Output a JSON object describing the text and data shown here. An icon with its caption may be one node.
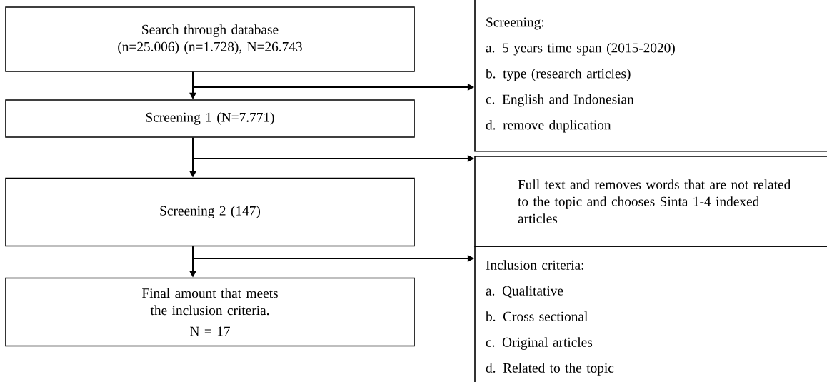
{
  "diagram": {
    "nodes": [
      {
        "text": [
          "Search through database (n=25.006) (n=1.728), N=26.743"
        ]
      },
      {
        "text": [
          "Screening 1 (N=7.771)"
        ]
      },
      {
        "text": [
          "Screening 2 (147)"
        ]
      },
      {
        "text": [
          "Final amount that meets the inclusion criteria.",
          "N = 17"
        ]
      },
      {
        "text": [
          "Screening:",
          "a. 5 years time span (2015-2020)",
          "b. type (research articles)",
          "c. English and Indonesian",
          "d. remove duplication"
        ]
      },
      {
        "text": [
          "Full text and removes words that are not related to the topic and chooses Sinta 1-4 indexed articles"
        ]
      },
      {
        "text": [
          "Inclusion criteria:",
          "a. Qualitative",
          "b. Cross sectional",
          "c. Original articles",
          "d. Related to the topic"
        ]
      }
    ],
    "edges": [
      {
        "from": 0,
        "to": 1,
        "arrow": "to"
      },
      {
        "from": 0,
        "to": 4,
        "arrow": "to"
      },
      {
        "from": 1,
        "to": 2,
        "arrow": "to"
      },
      {
        "from": 1,
        "to": 5,
        "arrow": "to"
      },
      {
        "from": 2,
        "to": 3,
        "arrow": "to"
      },
      {
        "from": 2,
        "to": 6,
        "arrow": "to"
      }
    ]
  }
}
